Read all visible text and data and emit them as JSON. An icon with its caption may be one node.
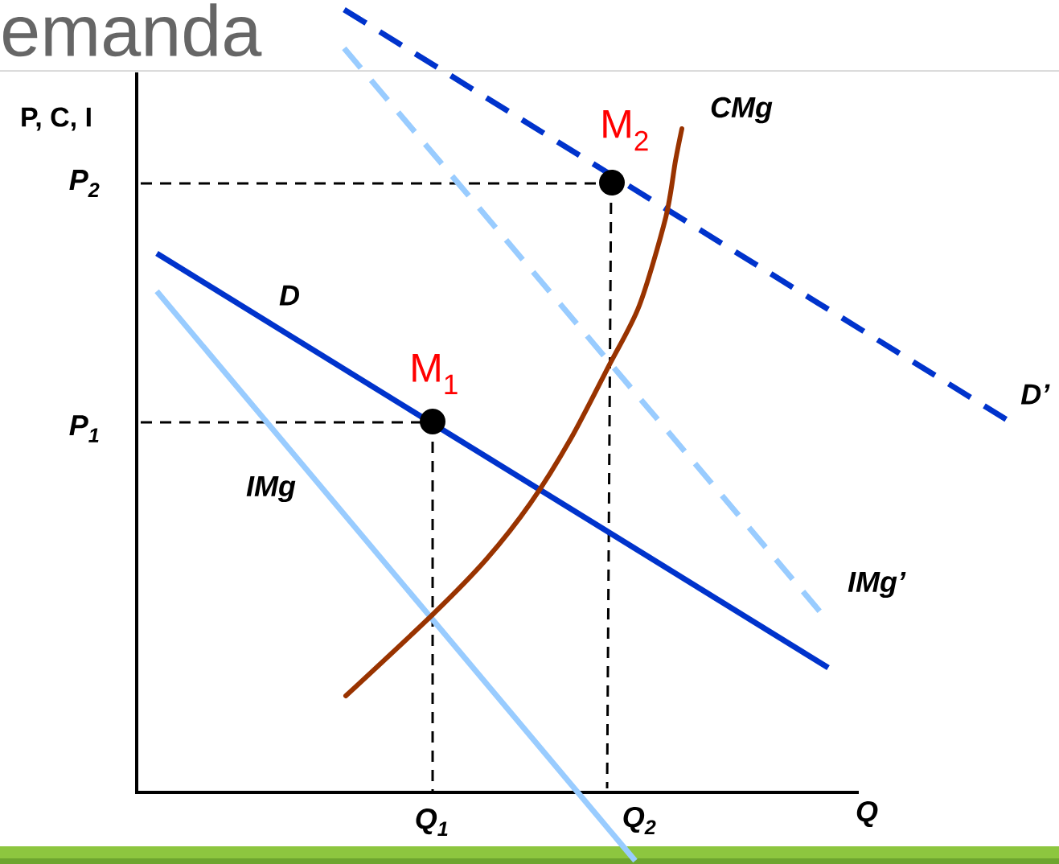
{
  "diagram": {
    "title": "emanda",
    "labels": [
      "P, C, I",
      "P$_{2}$",
      "M$_{2}$",
      "CMg",
      "D",
      "M$_{1}$",
      "D’",
      "P$_{1}$",
      "IMg",
      "IMg’",
      "Q$_{1}$",
      "Q$_{2}$",
      "Q"
    ]
  }
}
